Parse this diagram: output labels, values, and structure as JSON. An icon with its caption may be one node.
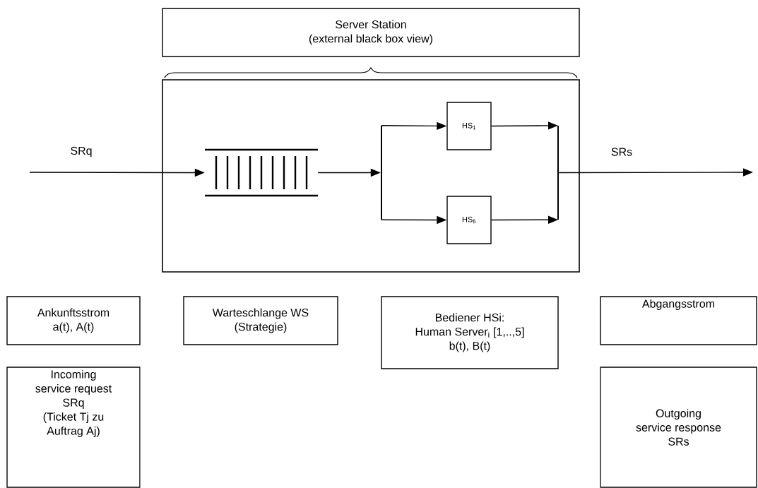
{
  "diagram": {
    "nodes": [
      {
        "text": [
          "Server Station",
          "(external black box view)"
        ]
      },
      {
        "text": [],
        "shape": "box"
      },
      {
        "text": [],
        "shape": "picture",
        "in": 1
      },
      {
        "text": [],
        "shape": "bar",
        "in": 1
      },
      {
        "text": [
          "HS$_{1}$"
        ],
        "in": 1
      },
      {
        "text": [
          "HS$_{5}$"
        ],
        "in": 1
      },
      {
        "text": [],
        "shape": "bar",
        "in": 1
      },
      {
        "text": [
          "Ankunftsstrom",
          "a(t), A(t)"
        ]
      },
      {
        "text": [
          "Warteschlange WS",
          "(Strategie)"
        ]
      },
      {
        "text": [
          "Bediener HSi:",
          "Human Server$_{i}$ [1,..,5]",
          "b(t), B(t)"
        ]
      },
      {
        "text": [
          "Abgangsstrom"
        ]
      },
      {
        "text": [
          "Incoming",
          "service request",
          "SRq",
          "(Ticket Tj zu",
          "Auftrag Aj)"
        ]
      },
      {
        "text": [
          "Outgoing",
          "service response",
          "SRs"
        ]
      }
    ],
    "edges": [
      {
        "from": null,
        "to": 2,
        "arrow": "to",
        "label": "SRq"
      },
      {
        "from": 2,
        "to": 3,
        "arrow": "to"
      },
      {
        "from": 3,
        "to": 4,
        "arrow": "to"
      },
      {
        "from": 3,
        "to": 5,
        "arrow": "to"
      },
      {
        "from": 4,
        "to": 6,
        "arrow": "to"
      },
      {
        "from": 5,
        "to": 6,
        "arrow": "to"
      },
      {
        "from": 6,
        "to": null,
        "arrow": "to",
        "label": "SRs"
      }
    ]
  }
}
